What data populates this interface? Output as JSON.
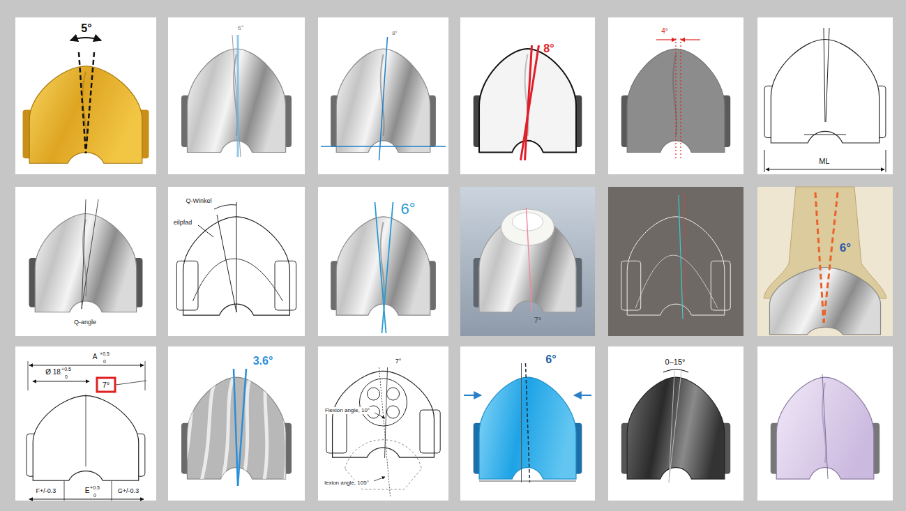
{
  "diagram": {
    "labels": [
      "5°",
      "6°",
      "8°",
      "8°",
      "4°",
      "ML",
      "Q-angle",
      "Q-Winkel",
      "eilpfad",
      "6°",
      "7°",
      "6°",
      "A",
      "+0.5",
      "0",
      "Ø 18",
      "+0.5",
      "0",
      "7°",
      "F+/-0.3",
      "E",
      "+0.5",
      "0",
      "G+/-0.3",
      "3.6°",
      "7°",
      "Flexion angle, 10°",
      "lexion angle, 105°",
      "6°",
      "0–15°"
    ]
  }
}
